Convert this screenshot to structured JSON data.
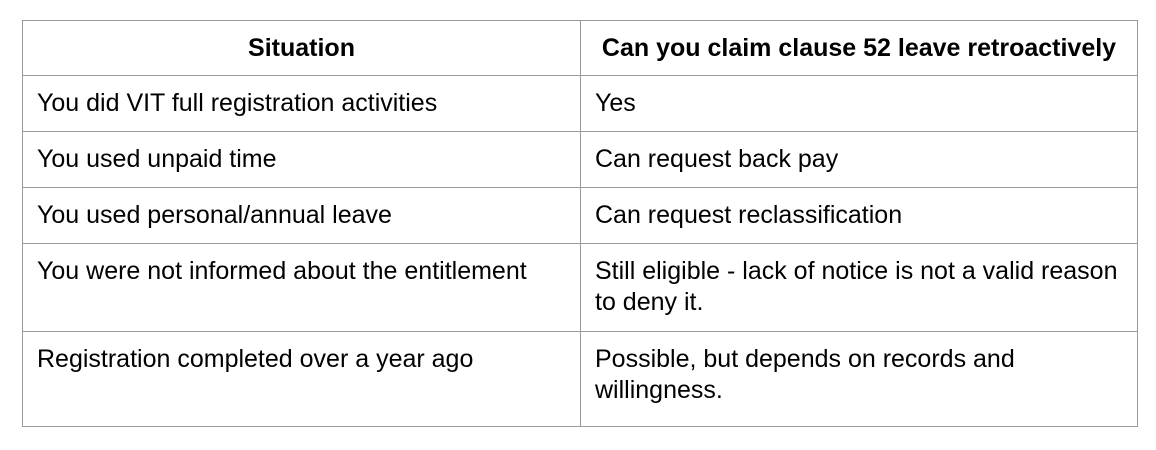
{
  "table": {
    "border_color": "#9a9a9a",
    "headers": {
      "situation": "Situation",
      "answer": "Can you claim clause 52 leave retroactively"
    },
    "rows": [
      {
        "situation": "You did VIT full registration activities",
        "answer": "Yes"
      },
      {
        "situation": "You used unpaid time",
        "answer": "Can request back pay"
      },
      {
        "situation": "You used personal/annual leave",
        "answer": "Can request reclassification"
      },
      {
        "situation": "You were not informed about the entitlement",
        "answer": "Still eligible - lack of notice is not a valid reason to deny it."
      },
      {
        "situation": "Registration completed over a year ago",
        "answer": "Possible, but depends on records and willingness."
      }
    ]
  }
}
